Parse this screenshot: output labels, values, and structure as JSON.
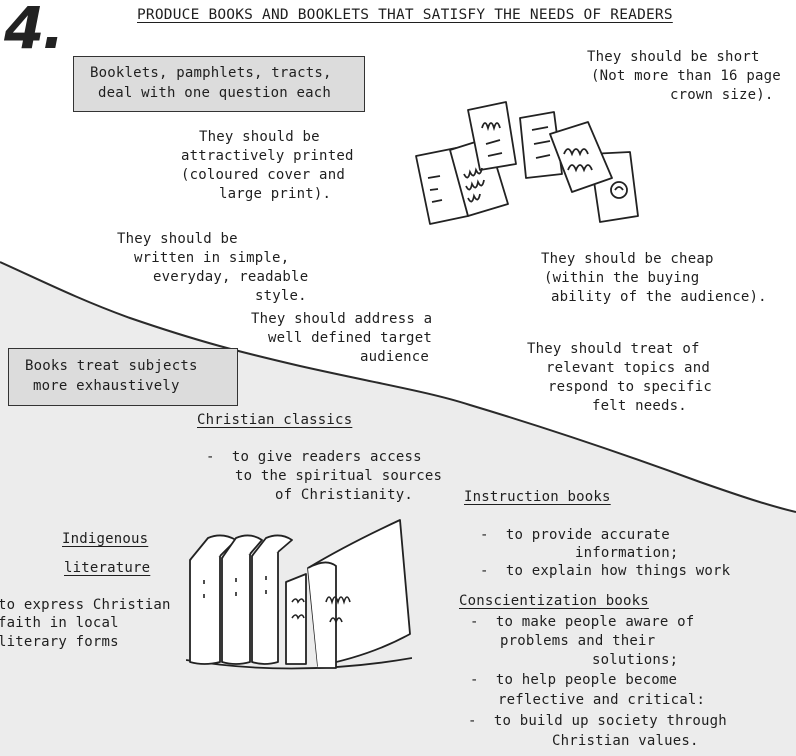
{
  "page_number": "4.",
  "title": "PRODUCE BOOKS AND BOOKLETS THAT SATISFY THE NEEDS OF READERS",
  "booklets": {
    "box_line1": "Booklets, pamphlets, tracts,",
    "box_line2": "deal with one question each",
    "short": [
      "They should be short",
      "(Not more than 16 page",
      "crown size)."
    ],
    "attractive": [
      "They should be",
      "attractively printed",
      "(coloured cover and",
      "large print)."
    ],
    "style": [
      "They should be",
      "written in simple,",
      "everyday, readable",
      "style."
    ],
    "cheap": [
      "They should be cheap",
      "(within the buying",
      "ability of the audience)."
    ],
    "target": [
      "They should address a",
      "well defined target",
      "audience"
    ],
    "relevant": [
      "They should treat of",
      "relevant topics and",
      "respond to specific",
      "felt needs."
    ]
  },
  "books": {
    "box_line1": "Books treat subjects",
    "box_line2": "more exhaustively",
    "classics": {
      "heading": "Christian classics",
      "lines": [
        "-  to give readers access",
        "to the spiritual sources",
        "of Christianity."
      ]
    },
    "instruction": {
      "heading": "Instruction books",
      "lines": [
        "-  to provide accurate",
        "information;",
        "-  to explain how things work"
      ]
    },
    "indigenous": {
      "heading1": "Indigenous",
      "heading2": "literature",
      "lines": [
        "to express Christian",
        "faith in local",
        "literary forms"
      ]
    },
    "conscientization": {
      "heading": "Conscientization books",
      "lines": [
        "-  to make people aware of",
        "problems and their",
        "solutions;",
        "-  to help people become",
        "reflective and critical:",
        "-  to build up society through",
        "Christian values."
      ]
    }
  }
}
